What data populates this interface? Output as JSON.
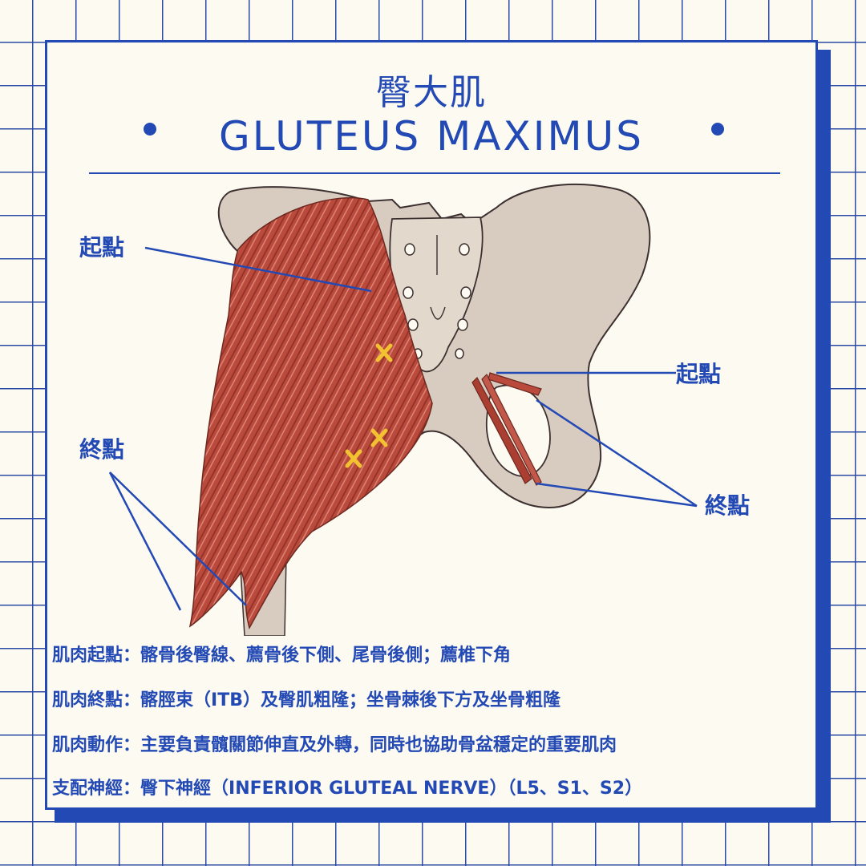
{
  "title": {
    "chinese": "臀大肌",
    "english": "GLUTEUS MAXIMUS"
  },
  "callouts": {
    "left_origin": "起點",
    "left_insertion": "終點",
    "right_origin": "起點",
    "right_insertion": "終點"
  },
  "descriptions": [
    {
      "label": "肌肉起點",
      "text": "髂骨後臀線、薦骨後下側、尾骨後側；薦椎下角"
    },
    {
      "label": "肌肉終點",
      "text": "髂脛束（ITB）及臀肌粗隆；坐骨棘後下方及坐骨粗隆"
    },
    {
      "label": "肌肉動作",
      "text": "主要負責髖關節伸直及外轉，同時也協助骨盆穩定的重要肌肉"
    },
    {
      "label": "支配神經",
      "text": "臀下神經（INFERIOR GLUTEAL NERVE）（L5、S1、S2）"
    }
  ],
  "separator": "：",
  "colors": {
    "accent": "#2349b5",
    "muscle": "#b4473a",
    "bone": "#d8ccc0",
    "marker": "#f2c230"
  }
}
